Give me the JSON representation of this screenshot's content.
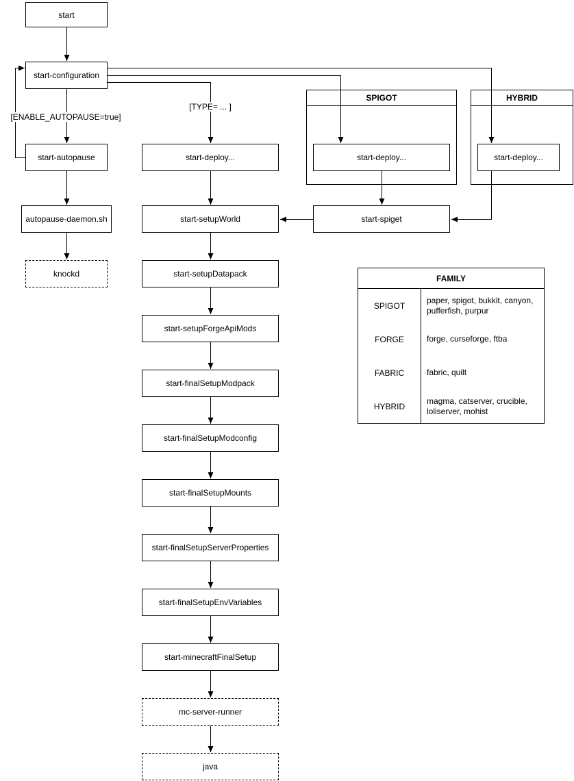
{
  "diagram": {
    "nodes": {
      "start": "start",
      "start_configuration": "start-configuration",
      "start_autopause": "start-autopause",
      "autopause_daemon": "autopause-daemon.sh",
      "knockd": "knockd",
      "deploy_type": "start-deploy...",
      "deploy_spigot": "start-deploy...",
      "deploy_hybrid": "start-deploy...",
      "start_spiget": "start-spiget",
      "setup_world": "start-setupWorld",
      "setup_datapack": "start-setupDatapack",
      "setup_forge_api_mods": "start-setupForgeApiMods",
      "final_setup_modpack": "start-finalSetupModpack",
      "final_setup_modconfig": "start-finalSetupModconfig",
      "final_setup_mounts": "start-finalSetupMounts",
      "final_setup_server_properties": "start-finalSetupServerProperties",
      "final_setup_env_variables": "start-finalSetupEnvVariables",
      "minecraft_final_setup": "start-minecraftFinalSetup",
      "mc_server_runner": "mc-server-runner",
      "java": "java"
    },
    "containers": {
      "spigot": "SPIGOT",
      "hybrid": "HYBRID"
    },
    "edge_labels": {
      "enable_autopause": "[ENABLE_AUTOPAUSE=true]",
      "type": "[TYPE= ... ]"
    },
    "family_table": {
      "title": "FAMILY",
      "rows": [
        {
          "family": "SPIGOT",
          "members": "paper, spigot, bukkit, canyon, pufferfish, purpur"
        },
        {
          "family": "FORGE",
          "members": "forge, curseforge, ftba"
        },
        {
          "family": "FABRIC",
          "members": "fabric, quilt"
        },
        {
          "family": "HYBRID",
          "members": "magma, catserver, crucible, loliserver, mohist"
        }
      ]
    },
    "colors": {
      "line": "#000000",
      "box_background": "#ffffff",
      "text": "#000000"
    }
  }
}
